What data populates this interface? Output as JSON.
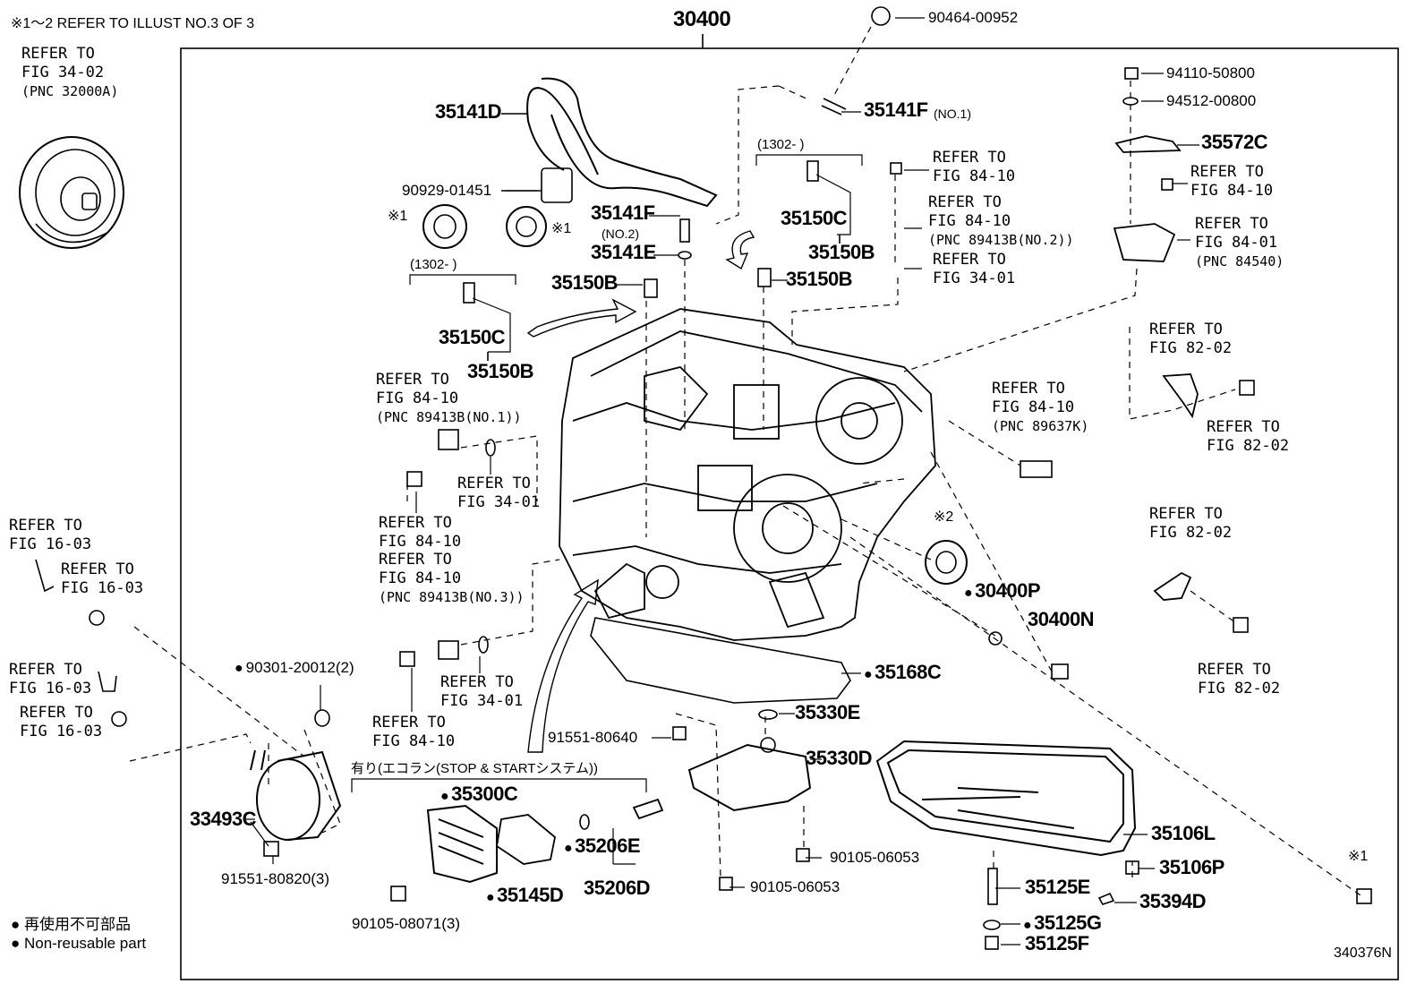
{
  "header_note": "※1〜2 REFER TO ILLUST NO.3 OF 3",
  "assembly_number": "30400",
  "figure_id": "340376N",
  "legend": {
    "jp": "再使用不可部品",
    "en": "Non-reusable part"
  },
  "group_note": "有り(エコラン(STOP & STARTシステム))",
  "date_range": "(1302-     )",
  "parts": {
    "p90464": "90464-00952",
    "p94110": "94110-50800",
    "p94512": "94512-00800",
    "p35572C": "35572C",
    "p35141D": "35141D",
    "p35141F_no1": "35141F",
    "p35141F_no1_sub": "(NO.1)",
    "p35141F_no2": "35141F",
    "p35141F_no2_sub": "(NO.2)",
    "p35141E": "35141E",
    "p90929": "90929-01451",
    "p35150B_a": "35150B",
    "p35150B_b": "35150B",
    "p35150B_c": "35150B",
    "p35150B_d": "35150B",
    "p35150C_a": "35150C",
    "p35150C_b": "35150C",
    "p30400P": "30400P",
    "p30400N": "30400N",
    "p35168C": "35168C",
    "p35330E": "35330E",
    "p35330D": "35330D",
    "p91551_80640": "91551-80640",
    "p90105_06053_a": "90105-06053",
    "p90105_06053_b": "90105-06053",
    "p35106L": "35106L",
    "p35106P": "35106P",
    "p35125E": "35125E",
    "p35394D": "35394D",
    "p35125G": "35125G",
    "p35125F": "35125F",
    "p90301": "90301-20012(2)",
    "p33493C": "33493C",
    "p91551_80820": "91551-80820(3)",
    "p35300C": "35300C",
    "p35145D": "35145D",
    "p35206E": "35206E",
    "p35206D": "35206D",
    "p90105_08071": "90105-08071(3)"
  },
  "marks": {
    "m1": "※1",
    "m2": "※1",
    "m3": "※2",
    "m4": "※1"
  },
  "refs": {
    "r_32000A": [
      "REFER TO",
      "FIG 34-02",
      "(PNC 32000A)"
    ],
    "r_8410_a": [
      "REFER TO",
      "FIG 84-10"
    ],
    "r_8410_b": [
      "REFER TO",
      "FIG 84-10",
      "(PNC 89413B(NO.2))"
    ],
    "r_3401_a": [
      "REFER TO",
      "FIG 34-01"
    ],
    "r_8410_c": [
      "REFER TO",
      "FIG 84-10"
    ],
    "r_8401": [
      "REFER TO",
      "FIG 84-01",
      "(PNC 84540)"
    ],
    "r_8202_a": [
      "REFER TO",
      "FIG 82-02"
    ],
    "r_8202_b": [
      "REFER TO",
      "FIG 82-02"
    ],
    "r_89413_no1": [
      "REFER TO",
      "FIG 84-10",
      "(PNC 89413B(NO.1))"
    ],
    "r_3401_b": [
      "REFER TO",
      "FIG 34-01"
    ],
    "r_89637K": [
      "REFER TO",
      "FIG 84-10",
      "(PNC 89637K)"
    ],
    "r_8410_d": [
      "REFER TO",
      "FIG 84-10"
    ],
    "r_89413_no3": [
      "REFER TO",
      "FIG 84-10",
      "(PNC 89413B(NO.3))"
    ],
    "r_8202_c": [
      "REFER TO",
      "FIG 82-02"
    ],
    "r_8202_d": [
      "REFER TO",
      "FIG 82-02"
    ],
    "r_1603_a": [
      "REFER TO",
      "FIG 16-03"
    ],
    "r_1603_b": [
      "REFER TO",
      "FIG 16-03"
    ],
    "r_1603_c": [
      "REFER TO",
      "FIG 16-03"
    ],
    "r_1603_d": [
      "REFER TO",
      "FIG 16-03"
    ],
    "r_3401_c": [
      "REFER TO",
      "FIG 34-01"
    ],
    "r_8410_e": [
      "REFER TO",
      "FIG 84-10"
    ]
  }
}
